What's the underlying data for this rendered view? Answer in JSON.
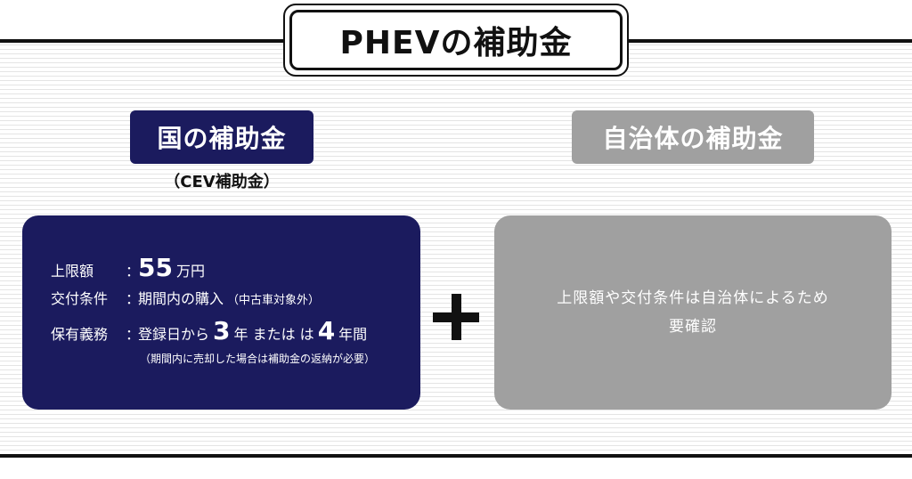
{
  "title": "PHEVの補助金",
  "national": {
    "label": "国の補助金",
    "sublabel": "（CEV補助金）",
    "limit_key": "上限額",
    "separator": "：",
    "limit_value": "55",
    "limit_unit": "万円",
    "condition_key": "交付条件",
    "condition_value": "期間内の購入",
    "condition_note": "（中古車対象外）",
    "duty_key": "保有義務",
    "duty_prefix": "登録日から",
    "duty_years_1": "3",
    "duty_mid": "年 または は",
    "duty_years_2": "4",
    "duty_suffix": "年間",
    "duty_note": "（期間内に売却した場合は補助金の返納が必要）"
  },
  "local": {
    "label": "自治体の補助金",
    "line1": "上限額や交付条件は自治体によるため",
    "line2": "要確認"
  },
  "colors": {
    "national": "#1b1b5e",
    "local": "#a0a0a0",
    "line": "#111111"
  },
  "icons": {
    "plus": "plus-icon"
  }
}
